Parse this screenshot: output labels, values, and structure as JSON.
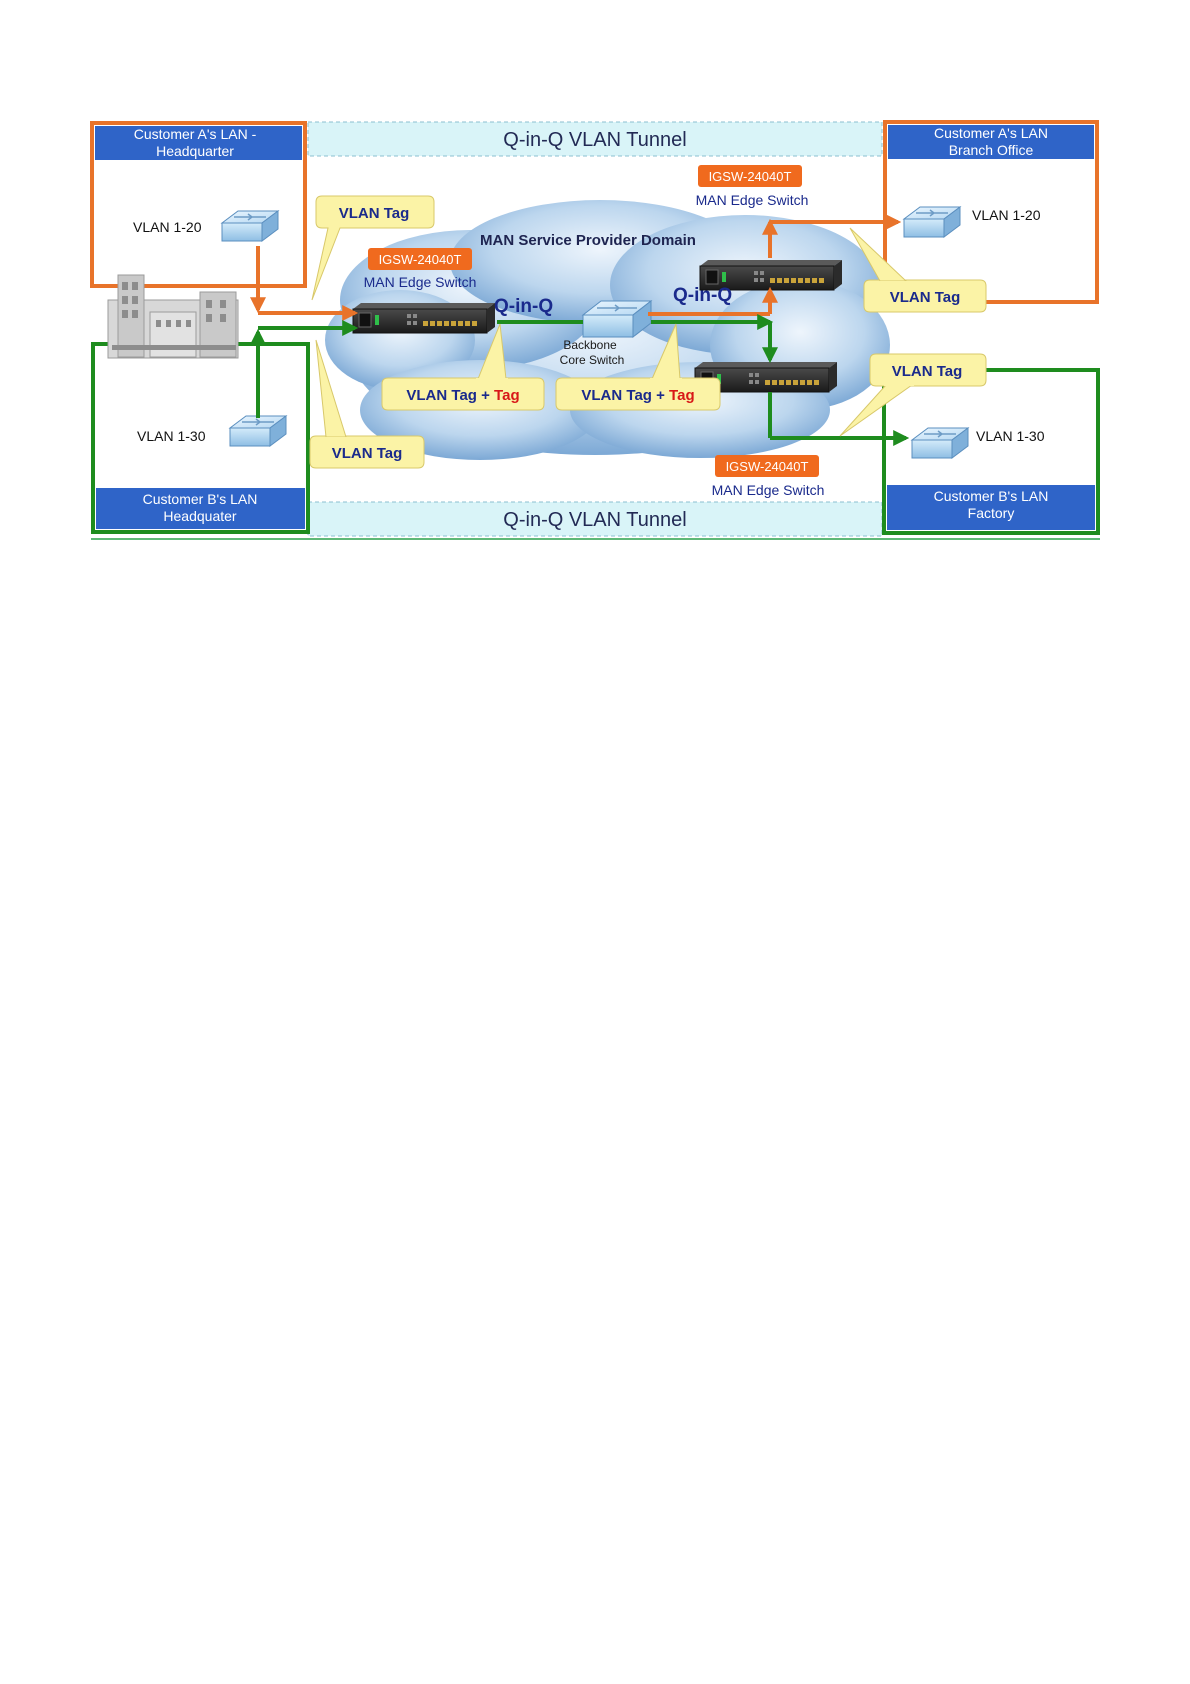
{
  "tunnel": {
    "top_label": "Q-in-Q VLAN Tunnel",
    "bottom_label": "Q-in-Q VLAN Tunnel"
  },
  "domain_label": "MAN Service Provider Domain",
  "sites": {
    "a_hq": {
      "title_line1": "Customer A's LAN  -",
      "title_line2": "Headquarter",
      "vlan": "VLAN 1-20"
    },
    "a_branch": {
      "title_line1": "Customer A's LAN",
      "title_line2": "Branch Office",
      "vlan": "VLAN 1-20"
    },
    "b_hq": {
      "title_line1": "Customer B's LAN",
      "title_line2": "Headquater",
      "vlan": "VLAN 1-30"
    },
    "b_factory": {
      "title_line1": "Customer B's LAN",
      "title_line2": "Factory",
      "vlan": "VLAN 1-30"
    }
  },
  "edge_switches": {
    "left": {
      "model": "IGSW-24040T",
      "role": "MAN Edge Switch"
    },
    "top_right": {
      "model": "IGSW-24040T",
      "role": "MAN Edge Switch"
    },
    "bottom_right": {
      "model": "IGSW-24040T",
      "role": "MAN Edge Switch"
    }
  },
  "core_switch": {
    "line1": "Backbone",
    "line2": "Core Switch"
  },
  "qinq_left": "Q-in-Q",
  "qinq_right": "Q-in-Q",
  "callouts": {
    "vlan_tag_a_hq": "VLAN Tag",
    "vlan_tag_b_hq": "VLAN Tag",
    "vlan_tag_a_branch": "VLAN Tag",
    "vlan_tag_b_factory": "VLAN Tag",
    "double_left": {
      "part1": "VLAN Tag + ",
      "part2": "Tag"
    },
    "double_right": {
      "part1": "VLAN Tag + ",
      "part2": "Tag"
    }
  },
  "colors": {
    "customer_a": "#e8732a",
    "customer_b": "#1e8c1e",
    "site_header": "#2f64c8",
    "tunnel_fill": "#d9f4f8",
    "callout_fill": "#fbf3a6",
    "model_badge": "#f06a1e",
    "tag_red": "#d81818",
    "qinq_text": "#1a2a8c"
  }
}
